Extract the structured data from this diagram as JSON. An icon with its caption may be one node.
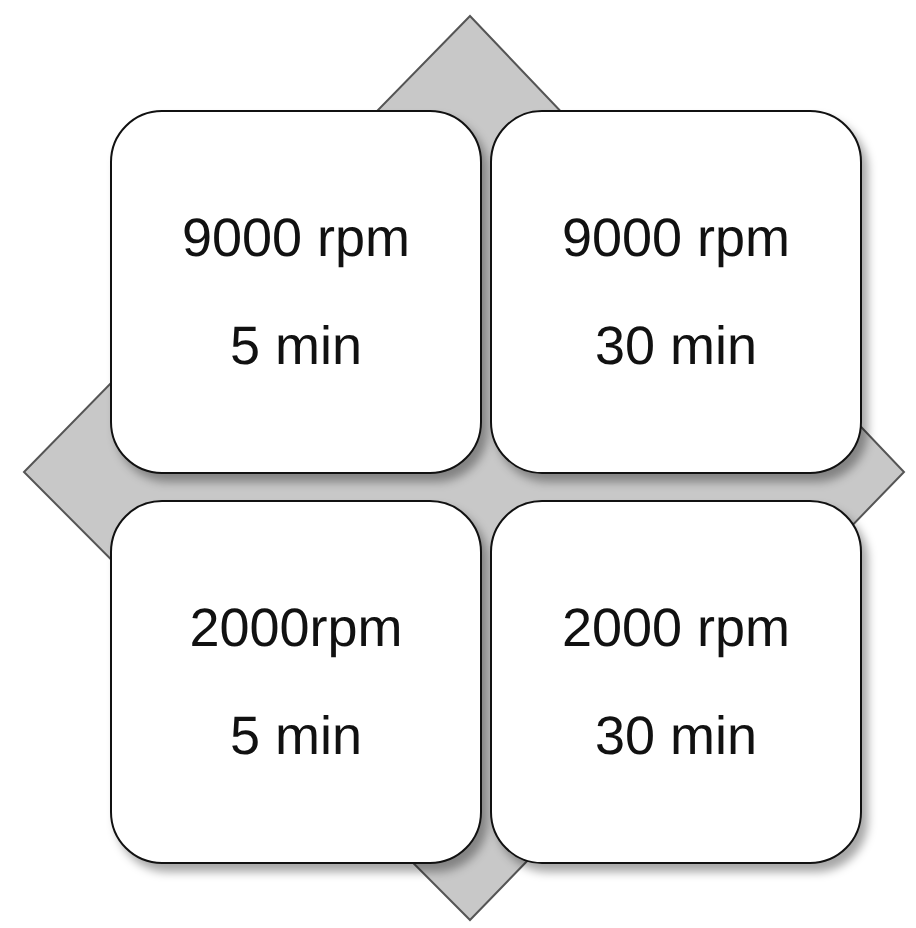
{
  "diagram": {
    "nodes": [
      {
        "text": [
          "9000 rpm",
          "5 min"
        ]
      },
      {
        "text": [
          "9000 rpm",
          "30 min"
        ]
      },
      {
        "text": [
          "2000rpm",
          "5 min"
        ]
      },
      {
        "text": [
          "2000 rpm",
          "30 min"
        ]
      }
    ]
  }
}
